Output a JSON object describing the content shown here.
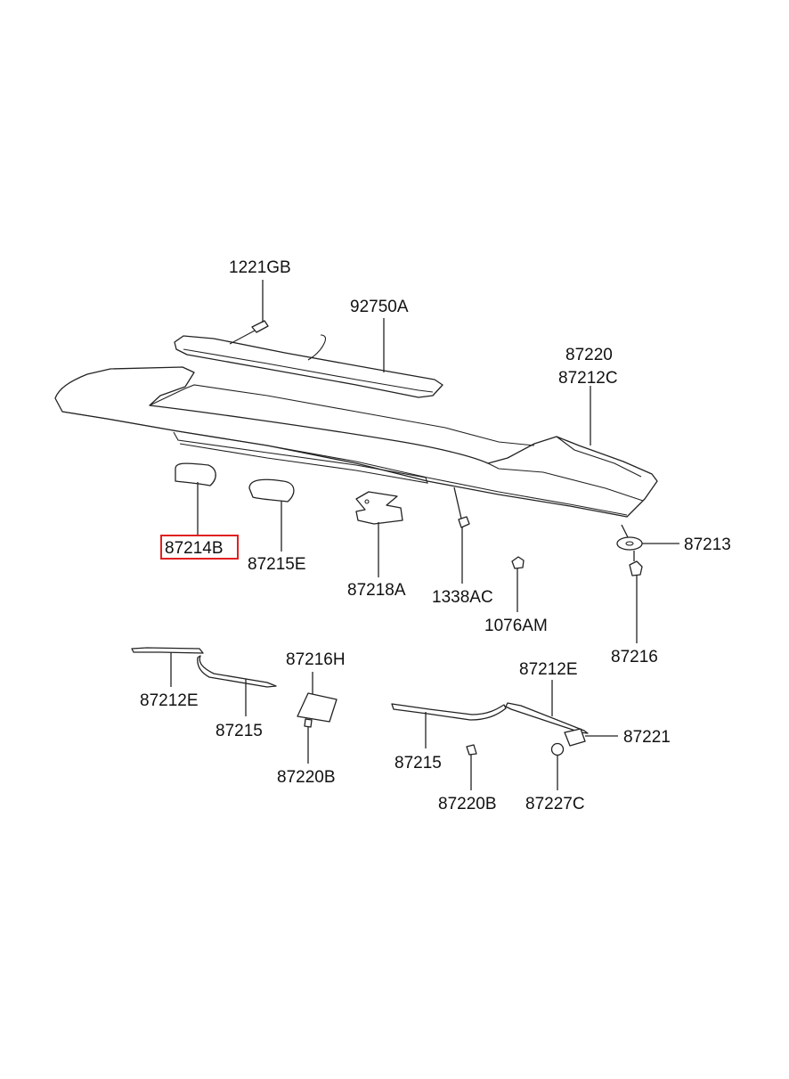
{
  "highlight_color": "#e02020",
  "labels": {
    "p1221GB": "1221GB",
    "p92750A": "92750A",
    "p87220": "87220",
    "p87212C": "87212C",
    "p87214B": "87214B",
    "p87215E": "87215E",
    "p87218A": "87218A",
    "p1338AC": "1338AC",
    "p1076AM": "1076AM",
    "p87213": "87213",
    "p87216": "87216",
    "p87212E_left": "87212E",
    "p87215_left": "87215",
    "p87216H": "87216H",
    "p87220B_left": "87220B",
    "p87212E_right": "87212E",
    "p87215_right": "87215",
    "p87220B_right": "87220B",
    "p87221": "87221",
    "p87227C": "87227C"
  },
  "selected_part": "87214B"
}
